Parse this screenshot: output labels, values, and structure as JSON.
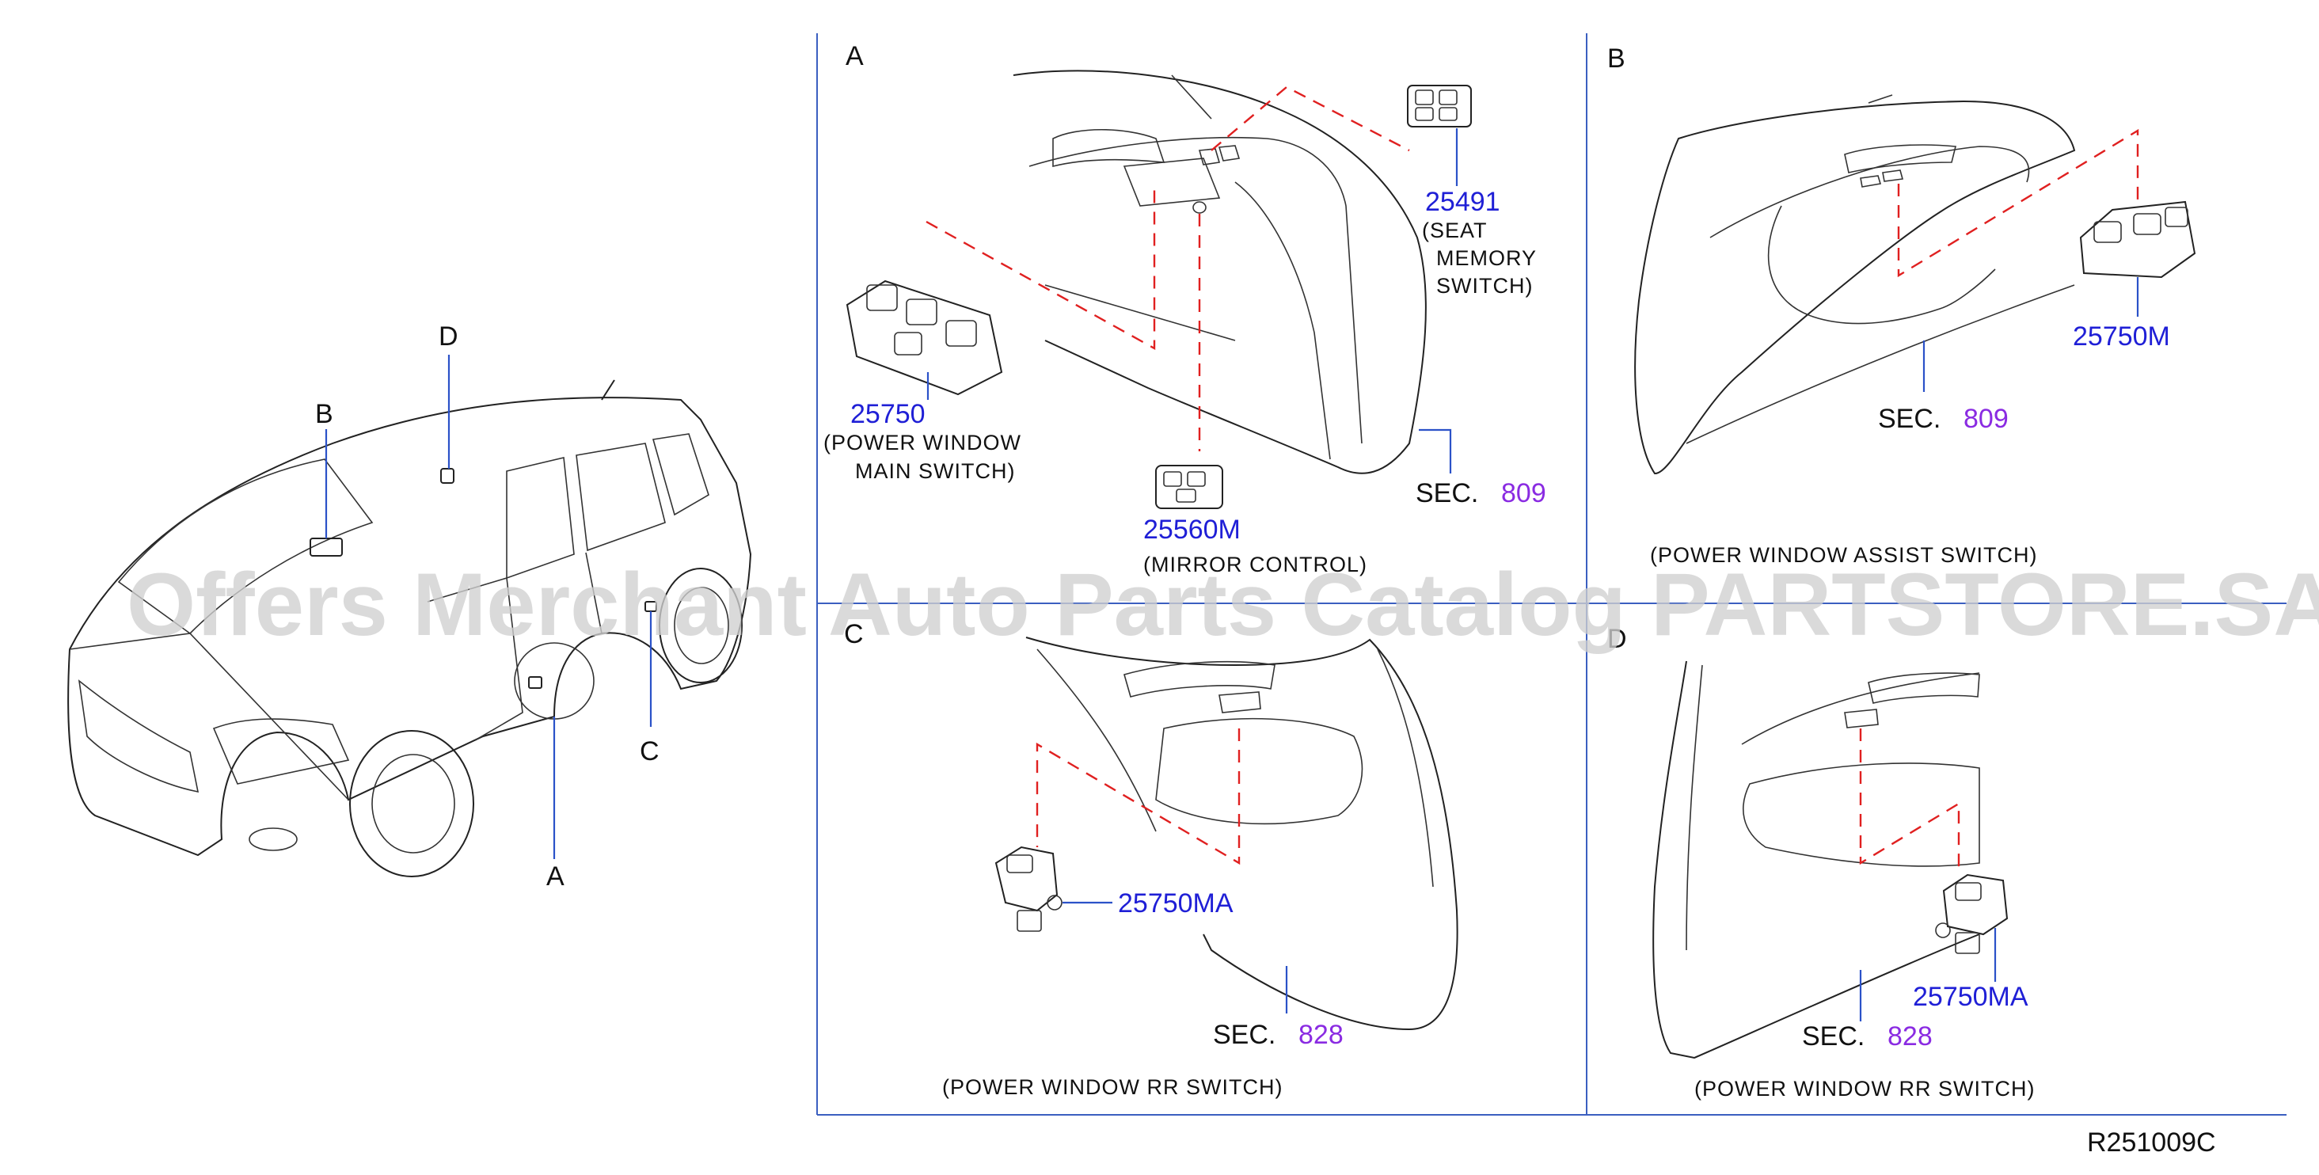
{
  "overview": {
    "callouts": {
      "a": "A",
      "b": "B",
      "c": "C",
      "d": "D"
    }
  },
  "panels": {
    "a": {
      "letter": "A",
      "parts": [
        {
          "number": "25491",
          "desc": [
            "(SEAT",
            "MEMORY",
            "SWITCH)"
          ]
        },
        {
          "number": "25750",
          "desc": [
            "(POWER   WINDOW",
            "MAIN   SWITCH)"
          ]
        },
        {
          "number": "25560M",
          "desc": [
            "(MIRROR   CONTROL)"
          ]
        }
      ],
      "sec_prefix": "SEC.",
      "sec_number": "809"
    },
    "b": {
      "letter": "B",
      "parts": [
        {
          "number": "25750M"
        }
      ],
      "sec_prefix": "SEC.",
      "sec_number": "809",
      "caption": "(POWER   WINDOW   ASSIST   SWITCH)"
    },
    "c": {
      "letter": "C",
      "parts": [
        {
          "number": "25750MA"
        }
      ],
      "sec_prefix": "SEC.",
      "sec_number": "828",
      "caption": "(POWER   WINDOW   RR   SWITCH)"
    },
    "d": {
      "letter": "D",
      "parts": [
        {
          "number": "25750MA"
        }
      ],
      "sec_prefix": "SEC.",
      "sec_number": "828",
      "caption": "(POWER   WINDOW   RR   SWITCH)"
    }
  },
  "watermark": "Offers Merchant Auto Parts Catalog PARTSTORE.SA",
  "reference_code": "R251009C",
  "colors": {
    "part_number": "#1f1fd6",
    "section_number": "#8a2be2",
    "dashed_guide": "#e02020",
    "leader": "#2b52c8"
  }
}
